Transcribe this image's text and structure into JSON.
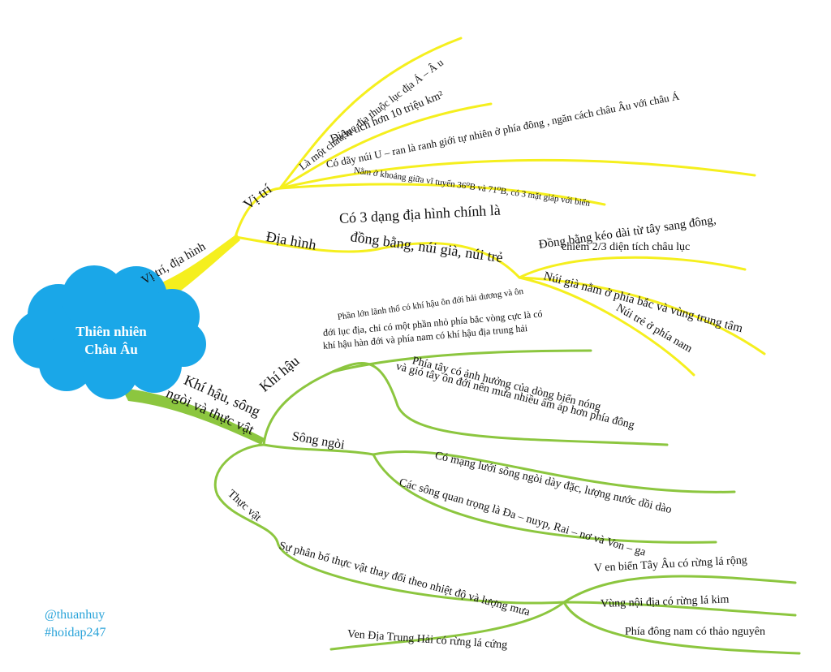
{
  "central": {
    "line1": "Thiên nhiên",
    "line2": "Châu Âu"
  },
  "branches": {
    "vi_tri_dia_hinh": "Vị trí, địa hình",
    "vi_tri": "Vị trí",
    "vi_tri_items": [
      "Là một châu lục địa thuộc lục địa Á – Â u",
      "Diện tích hơn 10 triệu km²",
      "Có dãy núi U – ran là ranh giới tự nhiên ở phía đông , ngăn cách châu Âu với châu Á",
      "Nằm ở khoảng giữa vĩ tuyến 36⁰B và 71⁰B, có 3 mặt giáp với biển"
    ],
    "dia_hinh": "Địa hình",
    "dia_hinh_main": [
      "Có 3 dạng địa hình chính là",
      "đồng bằng, núi già, núi trẻ"
    ],
    "dia_hinh_items": [
      "Đồng bằng kéo dài từ tây sang đông,",
      "chiếm 2/3 diện tích châu lục",
      "Núi già nằm ở phía bắc và vùng trung tâm",
      "Núi trẻ ở phía nam"
    ],
    "khi_hau_song_ngoi": [
      "Khí hậu, sông",
      "ngòi và thực vật"
    ],
    "khi_hau": "Khí hậu",
    "khi_hau_items": [
      "Phần lớn lãnh thổ có khí hậu ôn đới hải dương và ôn",
      "đới lục địa, chỉ có một phần nhỏ phía bắc vòng cực là có",
      "khí hậu hàn đới và phía nam có khí hậu địa trung hải",
      "Phía tây có ảnh hưởng của dòng biển nóng",
      "và gió tây ôn đới nên mưa nhiều ấm áp hơn phía đông"
    ],
    "song_ngoi": "Sông ngòi",
    "song_ngoi_items": [
      "Có mạng lưới sông ngòi dày đặc, lượng nước dồi dào",
      "Các sông quan trọng là Đa – nuyp, Rai – nơ và Von – ga"
    ],
    "thuc_vat": "Thực vật",
    "thuc_vat_main": "Sự phân bố thực vật thay đổi theo nhiệt độ và lượng mưa",
    "thuc_vat_items": [
      "V en biển Tây Âu có rừng lá rộng",
      "Vùng nội địa có rừng lá kim",
      "Phía đông nam có thảo nguyên",
      "Ven Địa Trung Hải có rừng lá cứng"
    ]
  },
  "watermark": {
    "user": "@thuanhuy",
    "tag": "#hoidap247"
  },
  "colors": {
    "cloud": "#1aa7e8",
    "yellow": "#f5ef1e",
    "green": "#8cc63f",
    "watermark": "#29a3d9"
  }
}
